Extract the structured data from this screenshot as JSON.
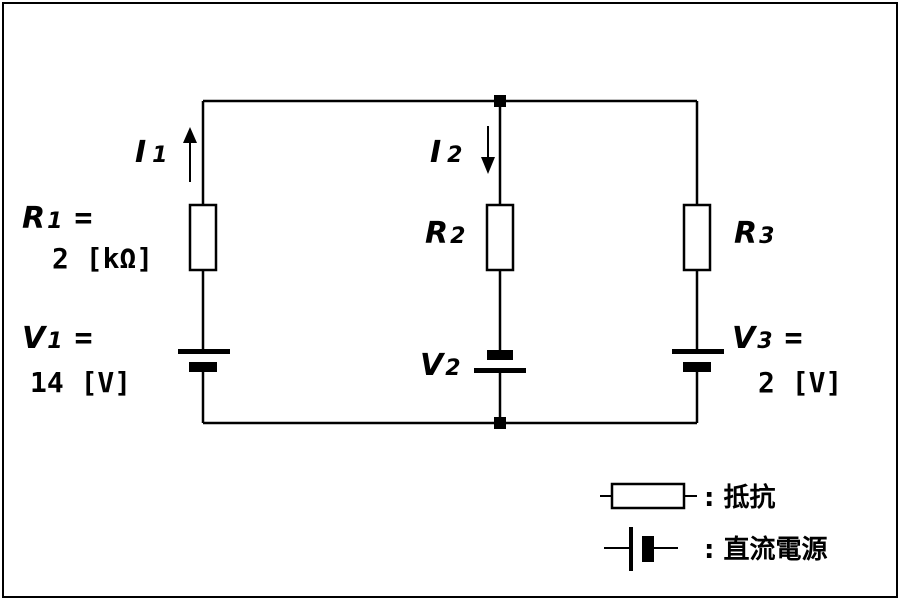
{
  "circuit": {
    "currents": {
      "i1": {
        "sym": "I",
        "sub": "1"
      },
      "i2": {
        "sym": "I",
        "sub": "2"
      }
    },
    "resistors": {
      "r1": {
        "sym": "R",
        "sub": "1",
        "eq": "=",
        "value": "2 [kΩ]"
      },
      "r2": {
        "sym": "R",
        "sub": "2"
      },
      "r3": {
        "sym": "R",
        "sub": "3"
      }
    },
    "sources": {
      "v1": {
        "sym": "V",
        "sub": "1",
        "eq": "=",
        "value": "14 [V]"
      },
      "v2": {
        "sym": "V",
        "sub": "2"
      },
      "v3": {
        "sym": "V",
        "sub": "3",
        "eq": "=",
        "value": "2 [V]"
      }
    }
  },
  "legend": {
    "resistor": ": 抵抗",
    "dc_source": ": 直流電源"
  }
}
